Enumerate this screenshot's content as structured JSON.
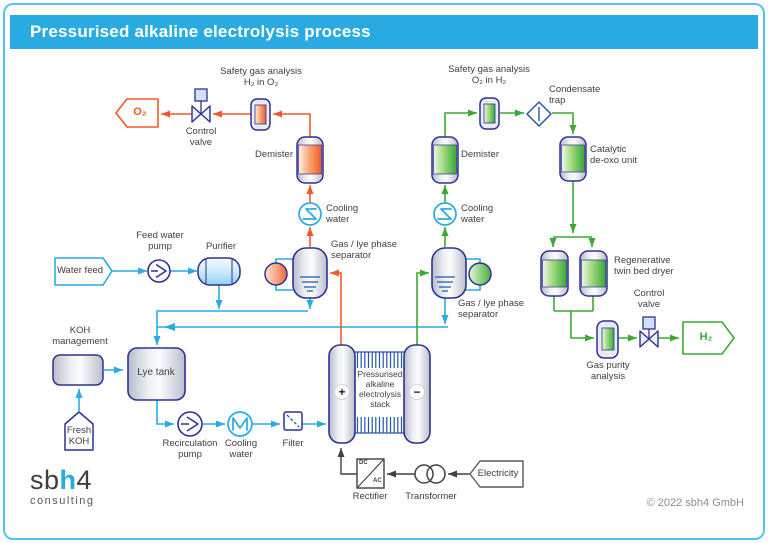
{
  "title": "Pressurised alkaline electrolysis process",
  "colors": {
    "accent": "#29abe2",
    "orange": "#f1592a",
    "green": "#3aaa35",
    "navy": "#2e3192",
    "dark": "#414042"
  },
  "labels": {
    "safety_left": "Safety gas analysis\nH₂ in O₂",
    "control_valve_left": "Control\nvalve",
    "demister_left": "Demister",
    "cooling_left": "Cooling\nwater",
    "separator_left": "Gas / lye phase\nseparator",
    "feed_pump": "Feed water\npump",
    "purifier": "Purifier",
    "koh_management": "KOH\nmanagement",
    "recirculation_pump": "Recirculation\npump",
    "cooling_lye": "Cooling\nwater",
    "filter": "Filter",
    "rectifier": "Rectifier",
    "transformer": "Transformer",
    "safety_right": "Safety gas analysis\nO₂ in H₂",
    "condensate_trap": "Condensate\ntrap",
    "demister_right": "Demister",
    "cooling_right": "Cooling\nwater",
    "separator_right": "Gas / lye phase\nseparator",
    "deoxo": "Catalytic\nde-oxo unit",
    "dryer": "Regenerative\ntwin bed dryer",
    "gas_purity": "Gas purity\nanalysis",
    "control_valve_right": "Control\nvalve"
  },
  "nodes": {
    "water_feed": "Water feed",
    "o2": "O₂",
    "h2": "H₂",
    "fresh_koh": "Fresh\nKOH",
    "lye_tank": "Lye tank",
    "electricity": "Electricity",
    "stack": "Pressurised\nalkaline\nelectrolysis\nstack",
    "plus": "+",
    "minus": "−",
    "dc": "DC",
    "ac": "AC"
  },
  "footer": {
    "logo_sb": "sb",
    "logo_h": "h",
    "logo_4": "4",
    "logo_tagline": "consulting",
    "copyright": "© 2022 sbh4 GmbH"
  }
}
